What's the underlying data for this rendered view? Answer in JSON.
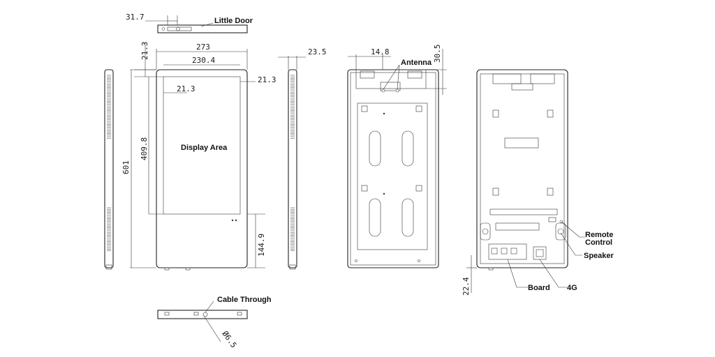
{
  "dimensions": {
    "door_depth": "31.7",
    "top_margin": "21.3",
    "width": "273",
    "display_width": "230.4",
    "left_border": "21.3",
    "right_border": "21.3",
    "height": "601",
    "display_height": "409.8",
    "bottom_margin": "144.9",
    "side_depth": "23.5",
    "antenna_offset": "14.8",
    "antenna_height": "30.5",
    "bottom_offset": "22.4",
    "cable_diameter": "Ø6.5"
  },
  "labels": {
    "little_door": "Little Door",
    "display_area": "Display Area",
    "antenna": "Antenna",
    "cable_through": "Cable Through",
    "remote_control_line1": "Remote",
    "remote_control_line2": "Control",
    "speaker": "Speaker",
    "board": "Board",
    "four_g": "4G"
  }
}
